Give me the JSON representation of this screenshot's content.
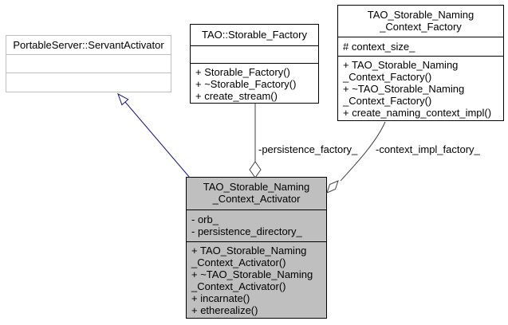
{
  "diagram_type": "uml-collaboration-diagram",
  "classes": [
    {
      "name": "PortableServer::ServantActivator",
      "style": "external",
      "title_lines": [
        "PortableServer::ServantActivator"
      ],
      "attribute_lines": [],
      "method_lines": []
    },
    {
      "name": "TAO::Storable_Factory",
      "style": "normal",
      "title_lines": [
        "TAO::Storable_Factory"
      ],
      "attribute_lines": [],
      "method_lines": [
        "+ Storable_Factory()",
        "+ ~Storable_Factory()",
        "+ create_stream()"
      ]
    },
    {
      "name": "TAO_Storable_Naming_Context_Factory",
      "style": "normal",
      "title_lines": [
        "TAO_Storable_Naming",
        "_Context_Factory"
      ],
      "attribute_lines": [
        "# context_size_"
      ],
      "method_lines": [
        "+ TAO_Storable_Naming",
        "_Context_Factory()",
        "+ ~TAO_Storable_Naming",
        "_Context_Factory()",
        "+ create_naming_context_impl()"
      ]
    },
    {
      "name": "TAO_Storable_Naming_Context_Activator",
      "style": "focus",
      "title_lines": [
        "TAO_Storable_Naming",
        "_Context_Activator"
      ],
      "attribute_lines": [
        "- orb_",
        "- persistence_directory_"
      ],
      "method_lines": [
        "+ TAO_Storable_Naming",
        "_Context_Activator()",
        "+ ~TAO_Storable_Naming",
        "_Context_Activator()",
        "+ incarnate()",
        "+ etherealize()"
      ]
    }
  ],
  "edges": {
    "inheritance": {
      "type": "generalization",
      "from": "TAO_Storable_Naming_Context_Activator",
      "to": "PortableServer::ServantActivator"
    },
    "aggregation_persistence": {
      "type": "aggregation",
      "label": "-persistence_factory_",
      "from": "TAO::Storable_Factory",
      "to": "TAO_Storable_Naming_Context_Activator"
    },
    "aggregation_context_impl": {
      "type": "aggregation",
      "label": "-context_impl_factory_",
      "from": "TAO_Storable_Naming_Context_Factory",
      "to": "TAO_Storable_Naming_Context_Activator"
    }
  },
  "colors": {
    "background": "#ffffff",
    "class_fill": "#ffffff",
    "class_border": "#000000",
    "external_class_border": "#bfbfbf",
    "focus_class_fill": "#bfbfbf",
    "inheritance_edge": "#191970",
    "aggregation_edge": "#404040",
    "text": "#000000"
  }
}
